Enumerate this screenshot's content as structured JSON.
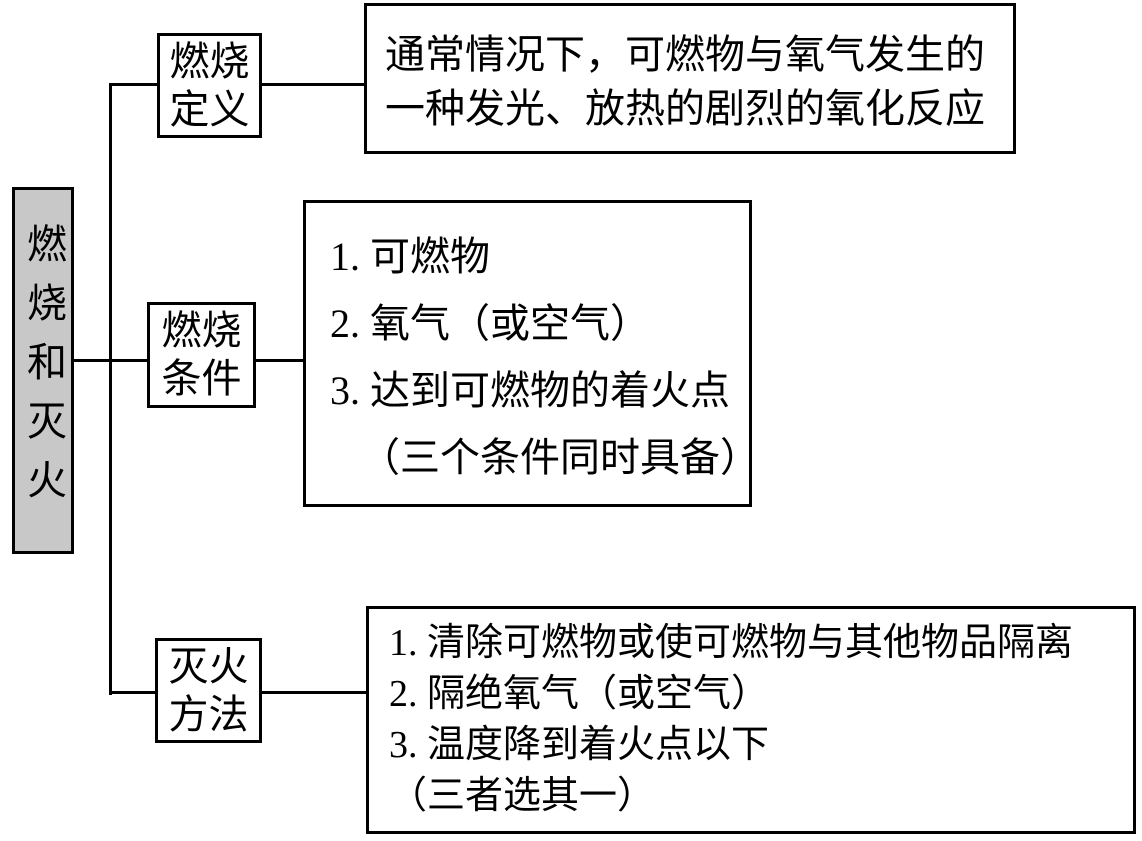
{
  "diagram": {
    "title": "燃烧和灭火",
    "root": {
      "label": "燃烧和灭火"
    },
    "colors": {
      "root_fill": "#c8c8c8",
      "line": "#000000",
      "background": "#ffffff",
      "text": "#000000"
    },
    "branches": [
      {
        "id": "definition",
        "label_line1": "燃烧",
        "label_line2": "定义",
        "content": [
          "通常情况下，可燃物与氧气发生的",
          "一种发光、放热的剧烈的氧化反应"
        ]
      },
      {
        "id": "conditions",
        "label_line1": "燃烧",
        "label_line2": "条件",
        "content": [
          "1. 可燃物",
          "2. 氧气（或空气）",
          "3. 达到可燃物的着火点",
          "（三个条件同时具备）"
        ]
      },
      {
        "id": "extinguish-methods",
        "label_line1": "灭火",
        "label_line2": "方法",
        "content": [
          "1. 清除可燃物或使可燃物与其他物品隔离",
          "2. 隔绝氧气（或空气）",
          "3. 温度降到着火点以下",
          "（三者选其一）"
        ]
      }
    ]
  }
}
